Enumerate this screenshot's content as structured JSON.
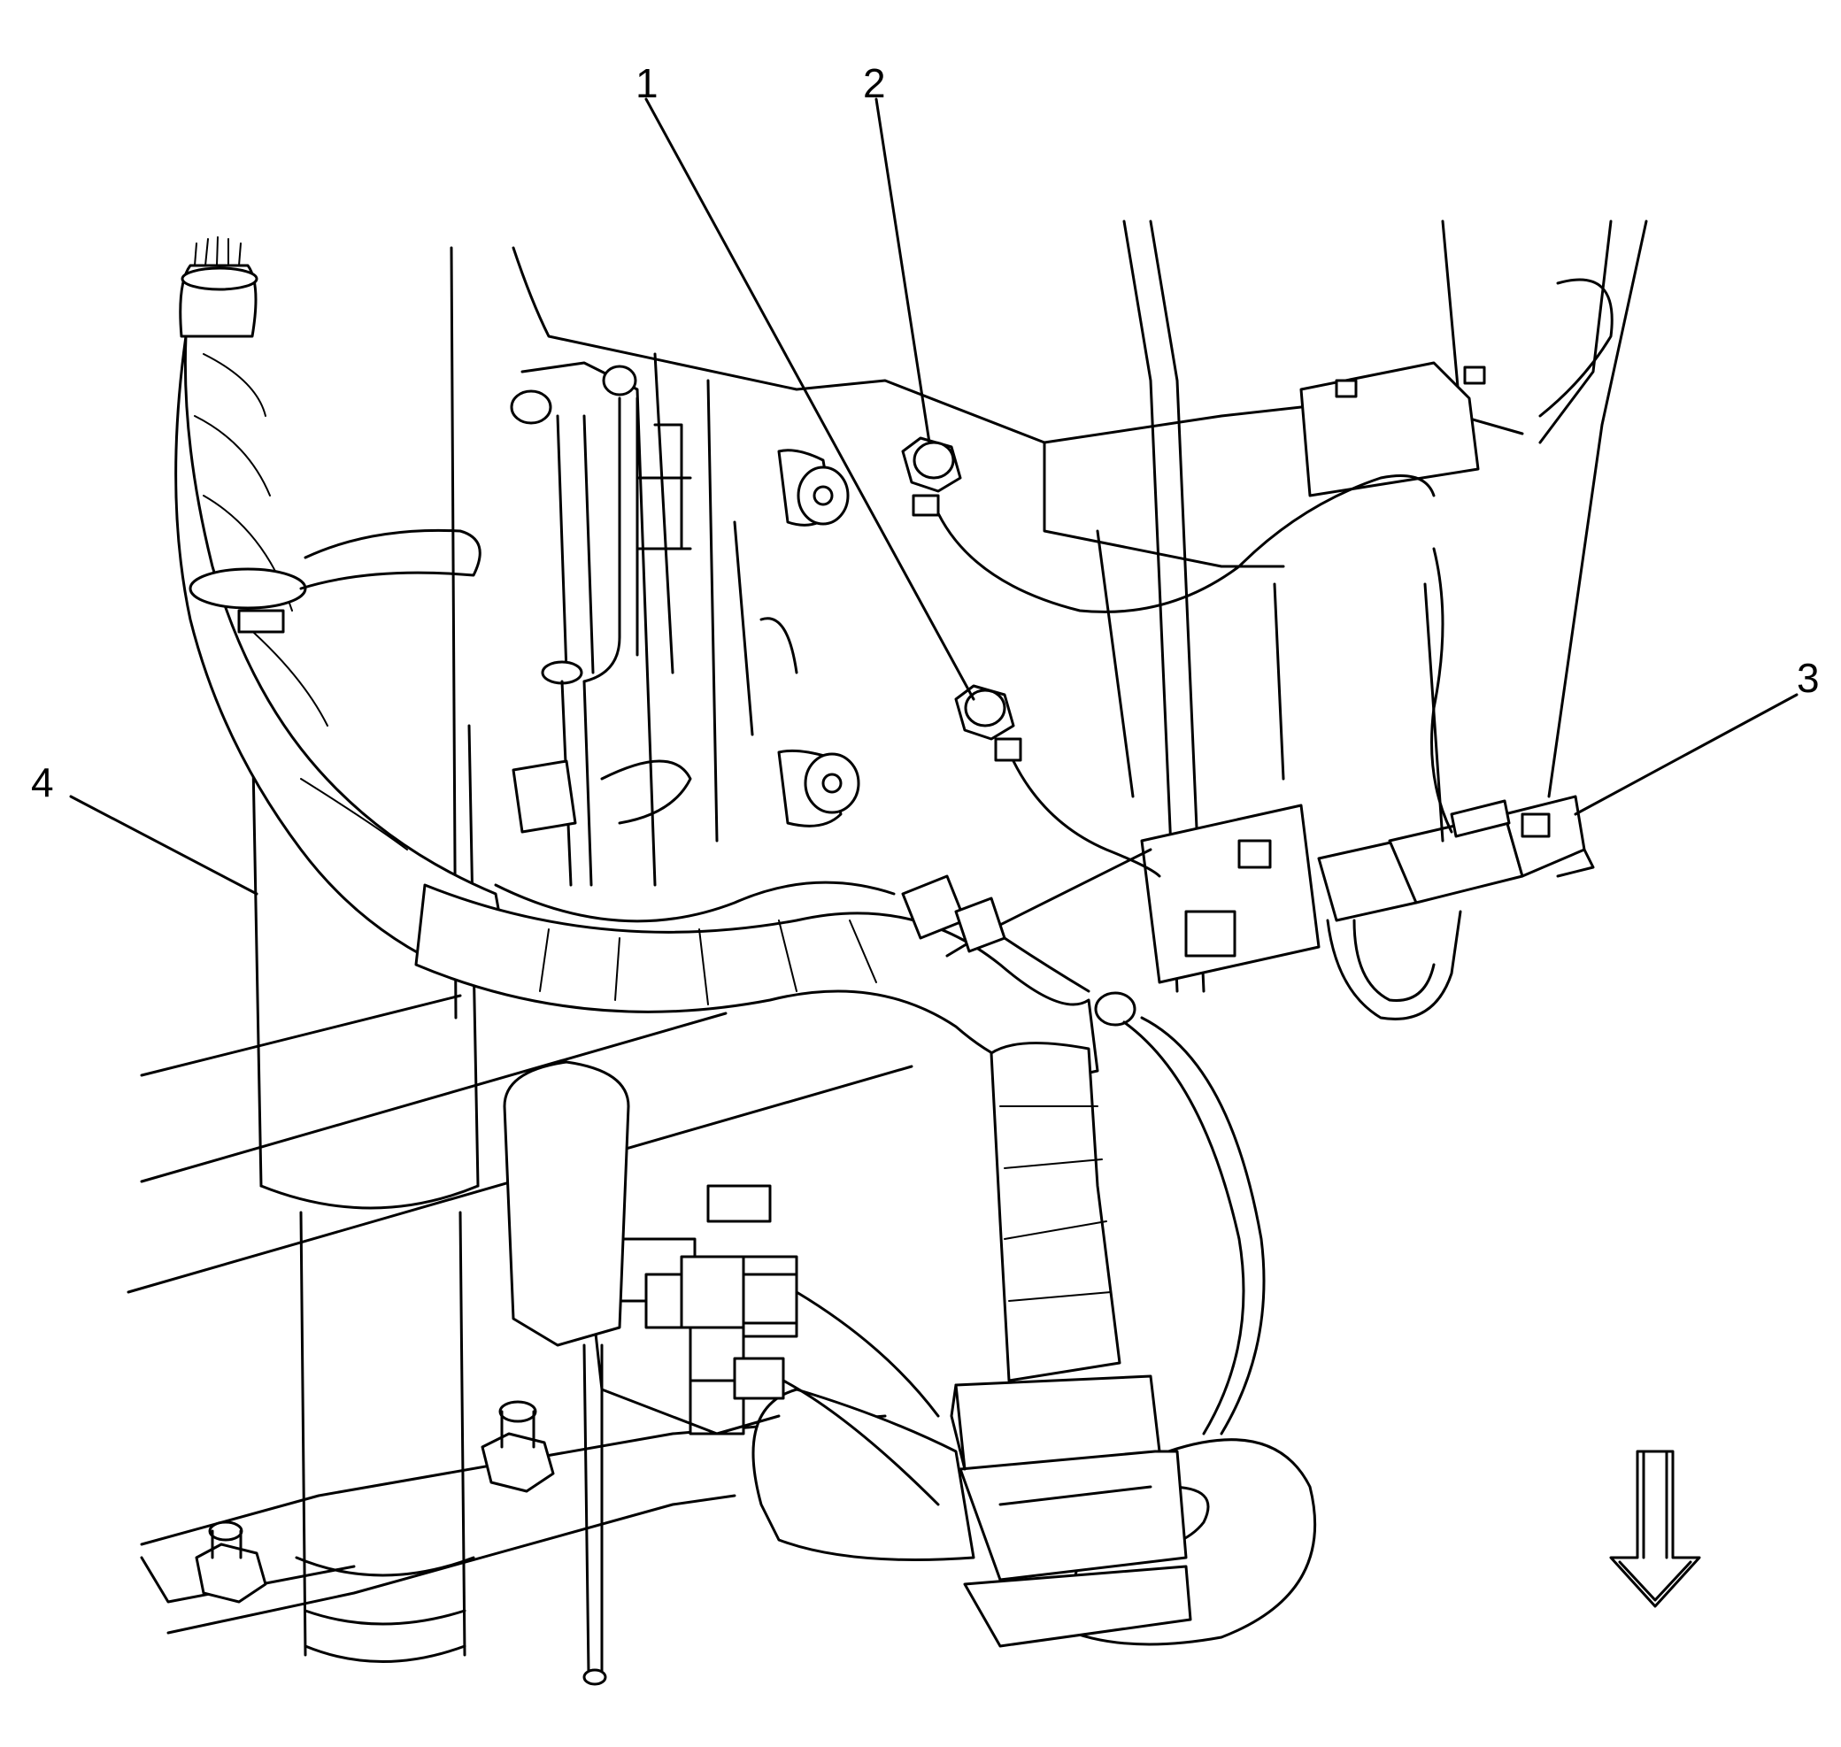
{
  "figure": {
    "callouts": [
      {
        "id": "1",
        "label": "1"
      },
      {
        "id": "2",
        "label": "2"
      },
      {
        "id": "3",
        "label": "3"
      },
      {
        "id": "4",
        "label": "4"
      }
    ],
    "direction_arrow": {
      "icon": "down-arrow-icon",
      "meaning": "forward/down"
    }
  }
}
